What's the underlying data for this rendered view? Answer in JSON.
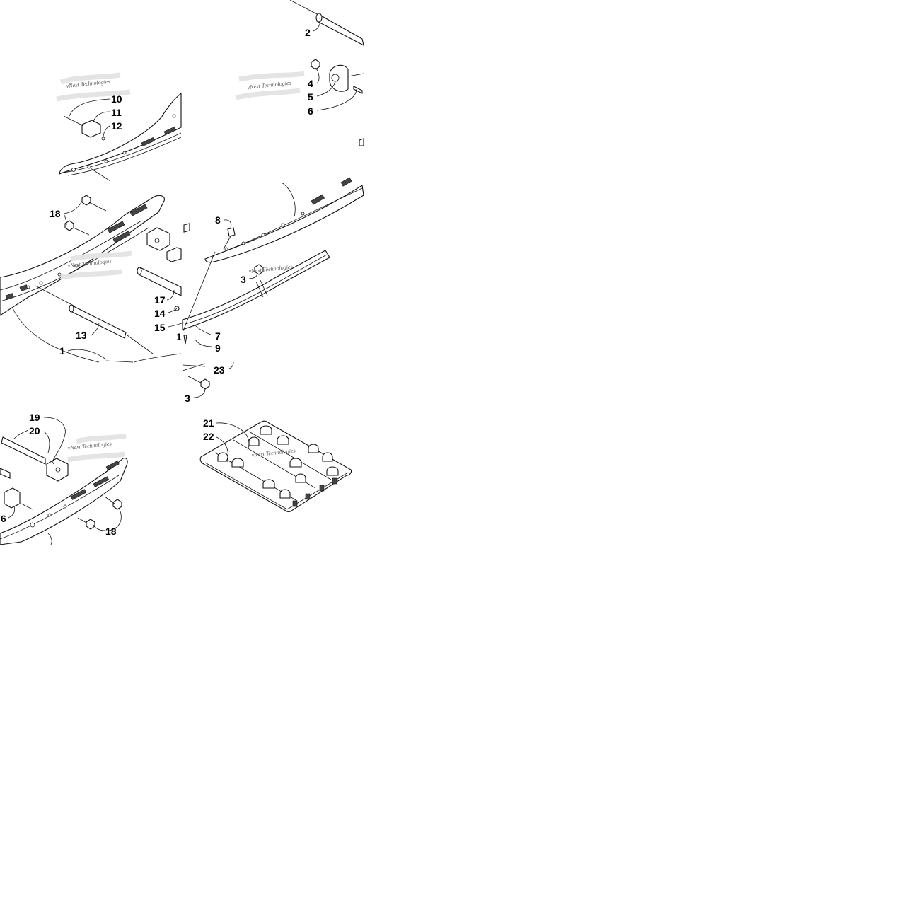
{
  "diagram": {
    "watermark": "vNext Technologies",
    "callouts": [
      {
        "id": "c-2",
        "text": "2"
      },
      {
        "id": "c-4",
        "text": "4"
      },
      {
        "id": "c-5",
        "text": "5"
      },
      {
        "id": "c-6a",
        "text": "6"
      },
      {
        "id": "c-10",
        "text": "10"
      },
      {
        "id": "c-11",
        "text": "11"
      },
      {
        "id": "c-12",
        "text": "12"
      },
      {
        "id": "c-18a",
        "text": "18"
      },
      {
        "id": "c-8",
        "text": "8"
      },
      {
        "id": "c-3a",
        "text": "3"
      },
      {
        "id": "c-17",
        "text": "17"
      },
      {
        "id": "c-14",
        "text": "14"
      },
      {
        "id": "c-15",
        "text": "15"
      },
      {
        "id": "c-13",
        "text": "13"
      },
      {
        "id": "c-1a",
        "text": "1"
      },
      {
        "id": "c-1b",
        "text": "1"
      },
      {
        "id": "c-7",
        "text": "7"
      },
      {
        "id": "c-9",
        "text": "9"
      },
      {
        "id": "c-23",
        "text": "23"
      },
      {
        "id": "c-3b",
        "text": "3"
      },
      {
        "id": "c-19",
        "text": "19"
      },
      {
        "id": "c-20",
        "text": "20"
      },
      {
        "id": "c-21",
        "text": "21"
      },
      {
        "id": "c-22",
        "text": "22"
      },
      {
        "id": "c-6b",
        "text": "6"
      },
      {
        "id": "c-18b",
        "text": "18"
      }
    ]
  }
}
